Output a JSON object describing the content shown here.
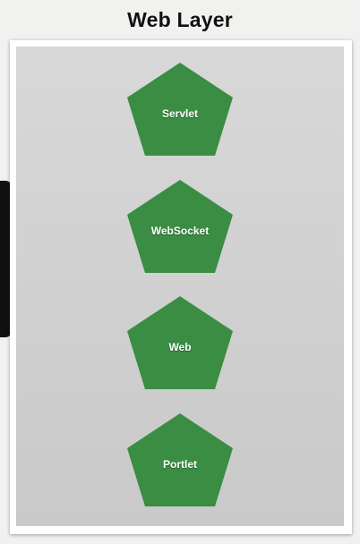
{
  "title": "Web Layer",
  "shape_color": "#3a8d43",
  "modules": [
    {
      "label": "Servlet",
      "icon": "pentagon-shape"
    },
    {
      "label": "WebSocket",
      "icon": "pentagon-shape"
    },
    {
      "label": "Web",
      "icon": "pentagon-shape"
    },
    {
      "label": "Portlet",
      "icon": "pentagon-shape"
    }
  ]
}
